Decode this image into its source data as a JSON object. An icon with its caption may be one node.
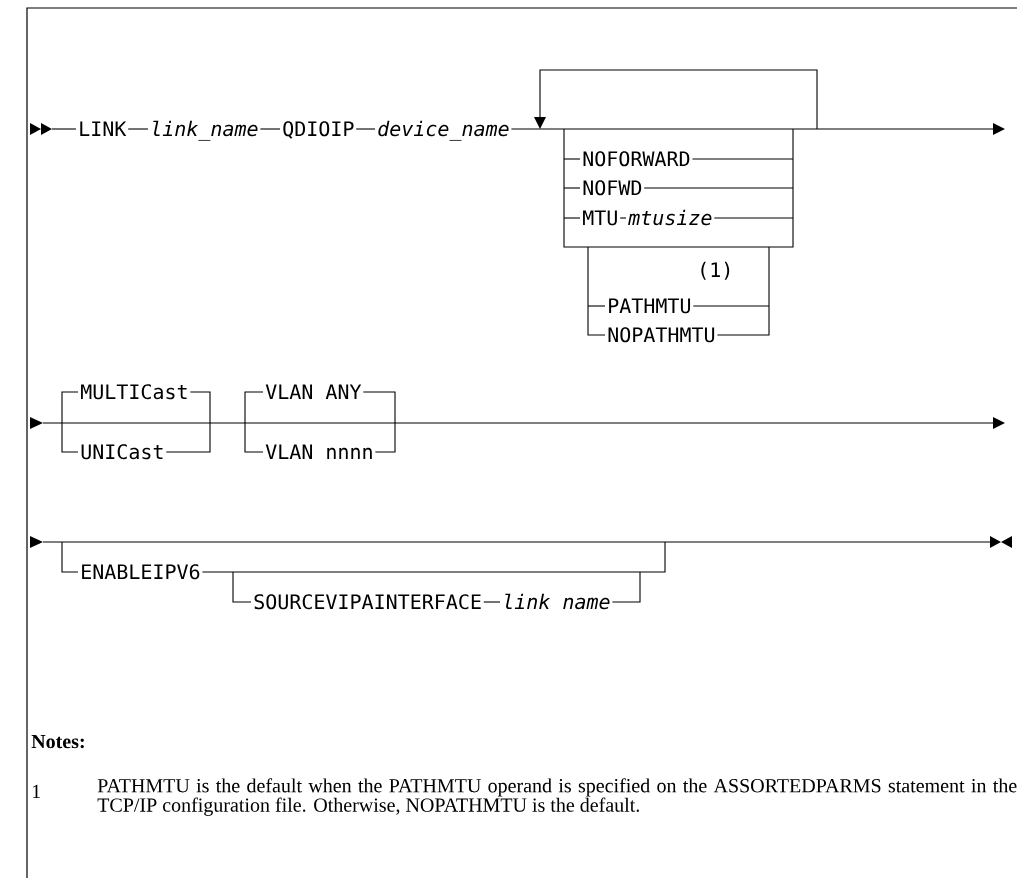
{
  "diagram": {
    "labels": [
      "LINK",
      "link_name",
      "QDIOIP",
      "device_name",
      "NOFORWARD",
      "NOFWD",
      "MTU",
      "mtusize",
      "(1)",
      "PATHMTU",
      "NOPATHMTU",
      "MULTICast",
      "UNICast",
      "VLAN ANY",
      "VLAN nnnn",
      "ENABLEIPV6",
      "SOURCEVIPAINTERFACE",
      "link name",
      "Notes:",
      "1",
      "PATHMTU is the default when the PATHMTU operand is specified on the ASSORTEDPARMS statement in the TCP/IP configuration file. Otherwise, NOPATHMTU is the default."
    ]
  }
}
